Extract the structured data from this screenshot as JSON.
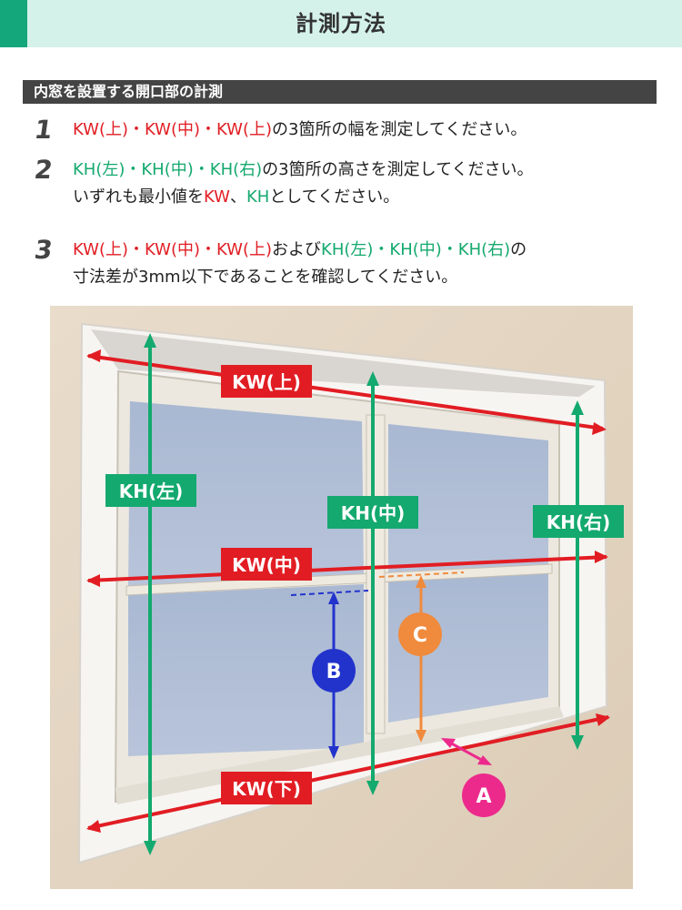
{
  "header": {
    "title": "計測方法"
  },
  "section": {
    "title": "内窓を設置する開口部の計測"
  },
  "steps": [
    {
      "num": "1",
      "line1": [
        {
          "text": "KW(上)・KW(中)・KW(上)",
          "color": "red"
        },
        {
          "text": "の3箇所の幅を測定してください。",
          "color": "black"
        }
      ]
    },
    {
      "num": "2",
      "line1": [
        {
          "text": "KH(左)・KH(中)・KH(右)",
          "color": "green"
        },
        {
          "text": "の3箇所の高さを測定してください。",
          "color": "black"
        }
      ],
      "line2": [
        {
          "text": "いずれも最小値を",
          "color": "black"
        },
        {
          "text": "KW",
          "color": "red"
        },
        {
          "text": "、",
          "color": "black"
        },
        {
          "text": "KH",
          "color": "green"
        },
        {
          "text": "としてください。",
          "color": "black"
        }
      ]
    },
    {
      "num": "3",
      "line1": [
        {
          "text": "KW(上)・KW(中)・KW(上)",
          "color": "red"
        },
        {
          "text": "および",
          "color": "black"
        },
        {
          "text": "KH(左)・KH(中)・KH(右)",
          "color": "green"
        },
        {
          "text": "の",
          "color": "black"
        }
      ],
      "line2": [
        {
          "text": "寸法差が3mm以下であることを確認してください。",
          "color": "black"
        }
      ]
    }
  ],
  "diagram": {
    "labels": {
      "kw_top": "KW(上)",
      "kw_mid": "KW(中)",
      "kw_bottom": "KW(下)",
      "kh_left": "KH(左)",
      "kh_mid": "KH(中)",
      "kh_right": "KH(右)",
      "a": "A",
      "b": "B",
      "c": "C"
    },
    "colors": {
      "red": "#e11d23",
      "green": "#14a96e",
      "blue": "#2233cc",
      "orange": "#f08a3c",
      "pink": "#ec2a8c"
    }
  }
}
